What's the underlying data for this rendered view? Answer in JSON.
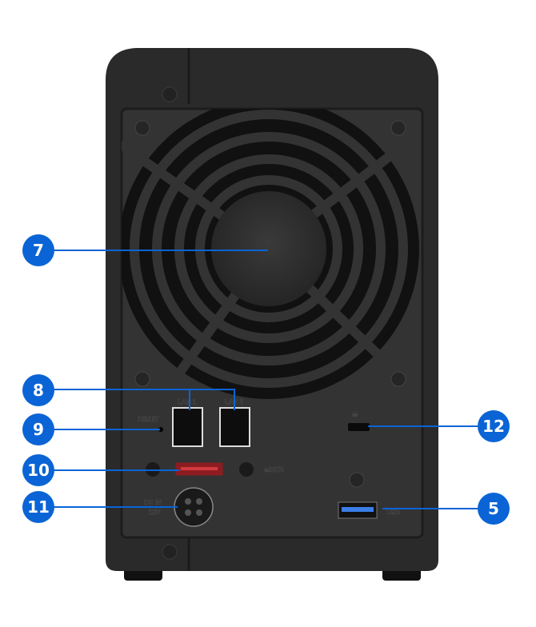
{
  "title": "NAS rear panel",
  "colors": {
    "callout": "#0a64d6",
    "body": "#2b2b2b",
    "panel": "#333333",
    "esata": "#c0272d",
    "usb": "#3b7ee8"
  },
  "port_labels": {
    "lan1": "LAN 1",
    "lan2": "LAN 2",
    "reset": "RESET",
    "esata": "eSATA",
    "dc_in": "DC IN",
    "dc_voltage": "12V",
    "usb": "USB"
  },
  "callouts": {
    "fan": "7",
    "lan": "8",
    "reset": "9",
    "esata": "10",
    "power": "11",
    "kensington": "12",
    "usb": "5"
  }
}
